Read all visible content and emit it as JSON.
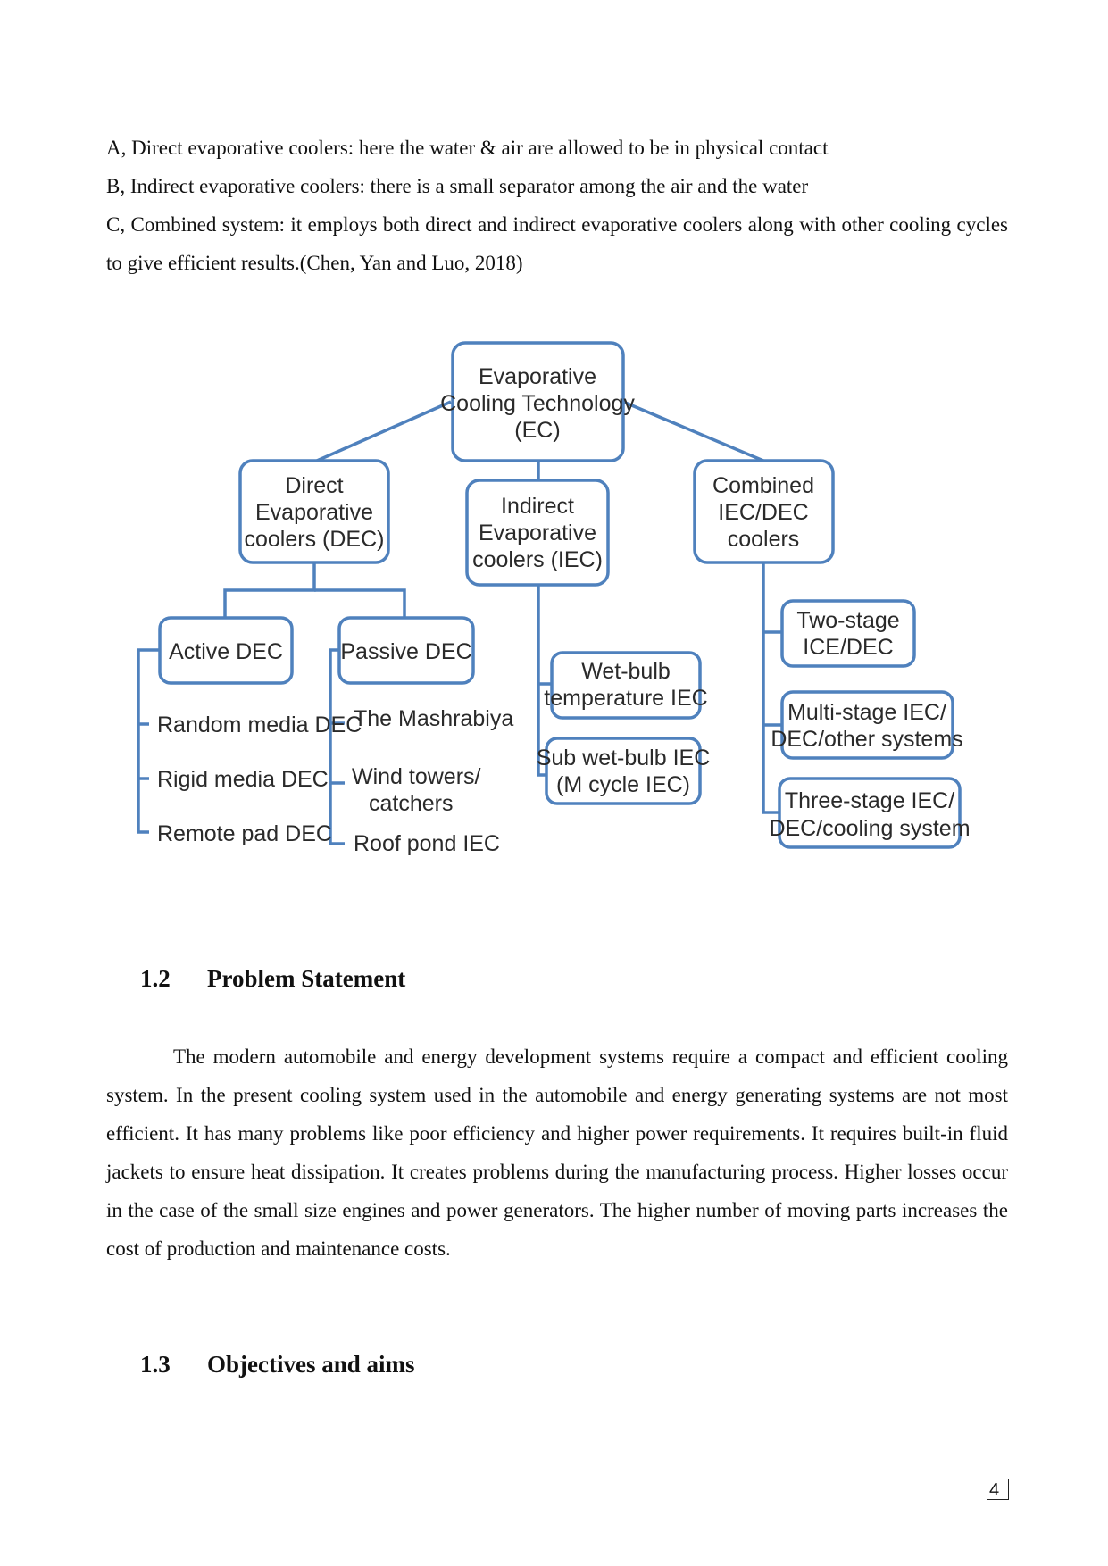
{
  "intro": {
    "line_a": "A, Direct evaporative coolers: here the water & air are allowed to be in physical contact",
    "line_b": "B, Indirect evaporative coolers: there is a small separator among the air and the water",
    "line_c": "C, Combined system: it employs both direct and indirect evaporative coolers along with other cooling cycles to give efficient results.(Chen, Yan and Luo, 2018)"
  },
  "diagram": {
    "root": [
      "Evaporative",
      "Cooling Technology",
      "(EC)"
    ],
    "dec": [
      "Direct",
      "Evaporative",
      "coolers (DEC)"
    ],
    "iec": [
      "Indirect",
      "Evaporative",
      "coolers (IEC)"
    ],
    "combined": [
      "Combined",
      "IEC/DEC",
      "coolers"
    ],
    "active": "Active DEC",
    "passive": "Passive DEC",
    "active_items": [
      "Random media DEC",
      "Rigid media DEC",
      "Remote pad DEC"
    ],
    "passive_items": [
      "The Mashrabiya",
      "Wind towers/",
      "catchers",
      "Roof pond IEC"
    ],
    "wetbulb": [
      "Wet-bulb",
      "temperature IEC"
    ],
    "subwetbulb": [
      "Sub wet-bulb IEC",
      "(M cycle IEC)"
    ],
    "twostage": [
      "Two-stage",
      "ICE/DEC"
    ],
    "multistage": [
      "Multi-stage IEC/",
      "DEC/other systems"
    ],
    "threestage": [
      "Three-stage IEC/",
      "DEC/cooling system"
    ]
  },
  "section_problem": {
    "number": "1.2",
    "title": "Problem Statement",
    "body": "The modern automobile and energy development systems require a compact and efficient cooling system. In the present cooling system used in the automobile and energy generating systems are not most efficient. It has many problems like poor efficiency and higher power requirements. It requires built-in fluid jackets to ensure heat dissipation. It creates problems during the manufacturing process. Higher losses occur in the case of the small size engines and power generators. The higher number of moving parts increases the cost of production and maintenance costs."
  },
  "section_objectives": {
    "number": "1.3",
    "title": "Objectives and aims"
  },
  "page_number": "4"
}
